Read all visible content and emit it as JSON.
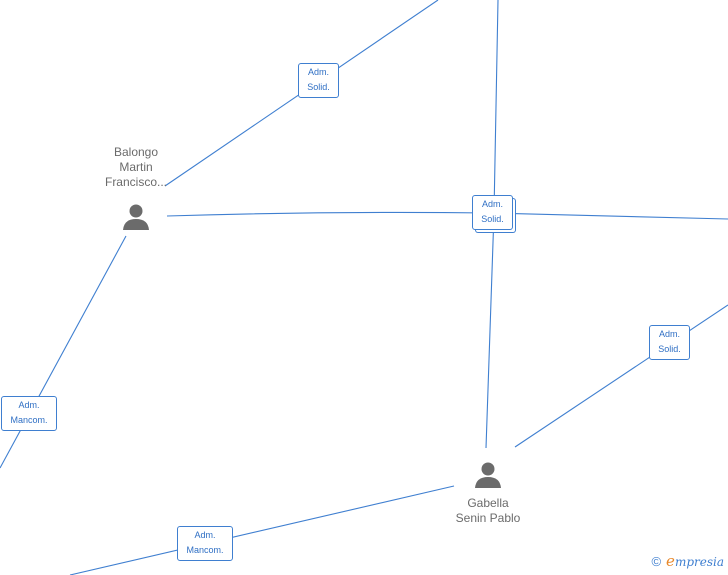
{
  "people": [
    {
      "id": "balongo",
      "name_lines": [
        "Balongo",
        "Martin",
        "Francisco..."
      ],
      "icon": "person-icon"
    },
    {
      "id": "gabella",
      "name_lines": [
        "Gabella",
        "Senin Pablo"
      ],
      "icon": "person-icon"
    }
  ],
  "relations": [
    {
      "id": "r1",
      "line1": "Adm.",
      "line2": "Solid."
    },
    {
      "id": "r2",
      "line1": "Adm.",
      "line2": "Solid."
    },
    {
      "id": "r3",
      "line1": "Adm.",
      "line2": "Solid."
    },
    {
      "id": "r4",
      "line1": "Adm.",
      "line2": "Mancom."
    },
    {
      "id": "r5",
      "line1": "Adm.",
      "line2": "Mancom."
    }
  ],
  "footer": {
    "copyright_symbol": "©",
    "brand_initial": "e",
    "brand_rest": "mpresia"
  },
  "colors": {
    "edge": "#3f7fd0",
    "person": "#6b6b6b",
    "label_text": "#2f6fc4"
  }
}
